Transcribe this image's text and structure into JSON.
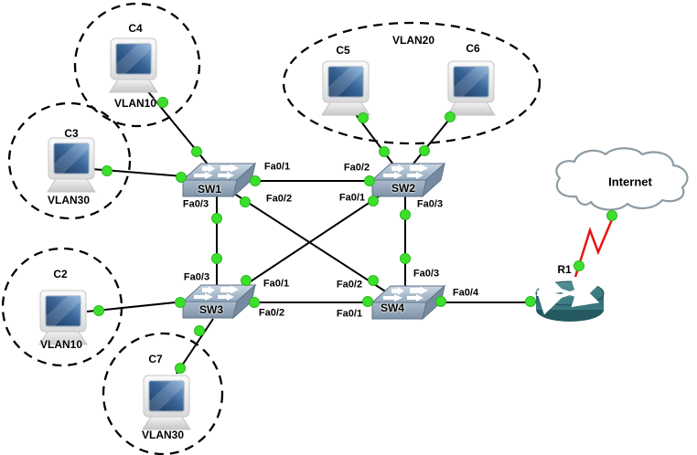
{
  "devices": [
    {
      "id": "c4",
      "label": "C4",
      "type": "pc"
    },
    {
      "id": "c3",
      "label": "C3",
      "type": "pc"
    },
    {
      "id": "c2",
      "label": "C2",
      "type": "pc"
    },
    {
      "id": "c7",
      "label": "C7",
      "type": "pc"
    },
    {
      "id": "c5",
      "label": "C5",
      "type": "pc"
    },
    {
      "id": "c6",
      "label": "C6",
      "type": "pc"
    },
    {
      "id": "sw1",
      "label": "SW1",
      "type": "switch"
    },
    {
      "id": "sw2",
      "label": "SW2",
      "type": "switch"
    },
    {
      "id": "sw3",
      "label": "SW3",
      "type": "switch"
    },
    {
      "id": "sw4",
      "label": "SW4",
      "type": "switch"
    },
    {
      "id": "r1",
      "label": "R1",
      "type": "router"
    },
    {
      "id": "internet",
      "label": "Internet",
      "type": "cloud"
    }
  ],
  "vlan_groups": [
    {
      "label": "VLAN10",
      "members": [
        "C4"
      ]
    },
    {
      "label": "VLAN30",
      "members": [
        "C3"
      ]
    },
    {
      "label": "VLAN10",
      "members": [
        "C2"
      ]
    },
    {
      "label": "VLAN30",
      "members": [
        "C7"
      ]
    },
    {
      "label": "VLAN20",
      "members": [
        "C5",
        "C6"
      ]
    }
  ],
  "links": [
    {
      "from": "C4",
      "to": "SW1",
      "status": "up"
    },
    {
      "from": "C3",
      "to": "SW1",
      "status": "up"
    },
    {
      "from": "C2",
      "to": "SW3",
      "status": "up"
    },
    {
      "from": "C7",
      "to": "SW3",
      "status": "up"
    },
    {
      "from": "C5",
      "to": "SW2",
      "status": "up"
    },
    {
      "from": "C6",
      "to": "SW2",
      "status": "up"
    },
    {
      "from": "SW1",
      "to": "SW2",
      "from_port": "Fa0/1",
      "to_port": "Fa0/2",
      "status": "up"
    },
    {
      "from": "SW1",
      "to": "SW3",
      "from_port": "Fa0/3",
      "to_port": "Fa0/3",
      "status": "up"
    },
    {
      "from": "SW1",
      "to": "SW4",
      "from_port": "Fa0/2",
      "to_port": "Fa0/2",
      "status": "up"
    },
    {
      "from": "SW2",
      "to": "SW3",
      "from_port": "Fa0/1",
      "to_port": "Fa0/1",
      "status": "up"
    },
    {
      "from": "SW2",
      "to": "SW4",
      "from_port": "Fa0/3",
      "to_port": "Fa0/3",
      "status": "up"
    },
    {
      "from": "SW3",
      "to": "SW4",
      "from_port": "Fa0/2",
      "to_port": "Fa0/1",
      "status": "up"
    },
    {
      "from": "SW4",
      "to": "R1",
      "from_port": "Fa0/4",
      "status": "up"
    },
    {
      "from": "R1",
      "to": "Internet",
      "kind": "serial",
      "status": "up"
    }
  ],
  "colors": {
    "link": "#000000",
    "serial_link": "#e81313",
    "status_up_dot": "#3ce02c",
    "vlan_outline": "#000000",
    "cloud_outline": "#8d9ba3",
    "router_body": "#2b656d",
    "switch_top": "#a9bdcf"
  }
}
